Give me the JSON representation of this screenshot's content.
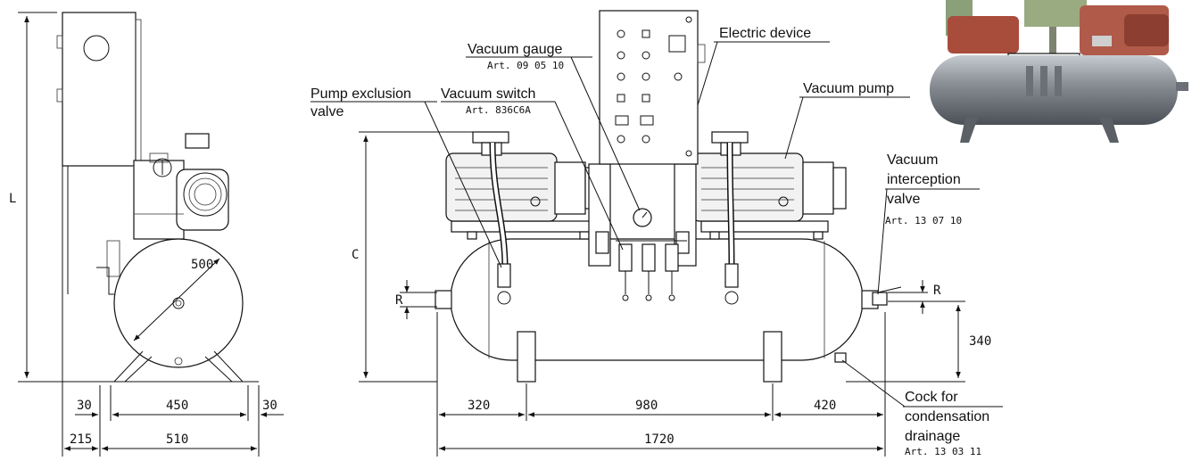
{
  "labels": {
    "vacuum_gauge": "Vacuum gauge",
    "vacuum_gauge_art": "Art. 09 05 10",
    "electric_device": "Electric device",
    "pump_exclusion_valve_1": "Pump exclusion",
    "pump_exclusion_valve_2": "valve",
    "vacuum_switch": "Vacuum switch",
    "vacuum_switch_art": "Art. 836C6A",
    "vacuum_pump": "Vacuum pump",
    "interception_1": "Vacuum",
    "interception_2": "interception",
    "interception_3": "valve",
    "interception_art": "Art. 13 07 10",
    "cock_1": "Cock for",
    "cock_2": "condensation",
    "cock_3": "drainage",
    "cock_art": "Art. 13 03 11"
  },
  "dimensions": {
    "L": "L",
    "diameter": "500",
    "d30_left": "30",
    "d450": "450",
    "d30_right": "30",
    "d215": "215",
    "d510": "510",
    "C": "C",
    "R_left": "R",
    "R_right": "R",
    "d340": "340",
    "d320": "320",
    "d980": "980",
    "d420": "420",
    "d1720": "1720"
  },
  "colors": {
    "line": "#111111",
    "photo_tank": "#8a9096",
    "photo_pump": "#b05a4a",
    "photo_frame": "#a8a878"
  }
}
